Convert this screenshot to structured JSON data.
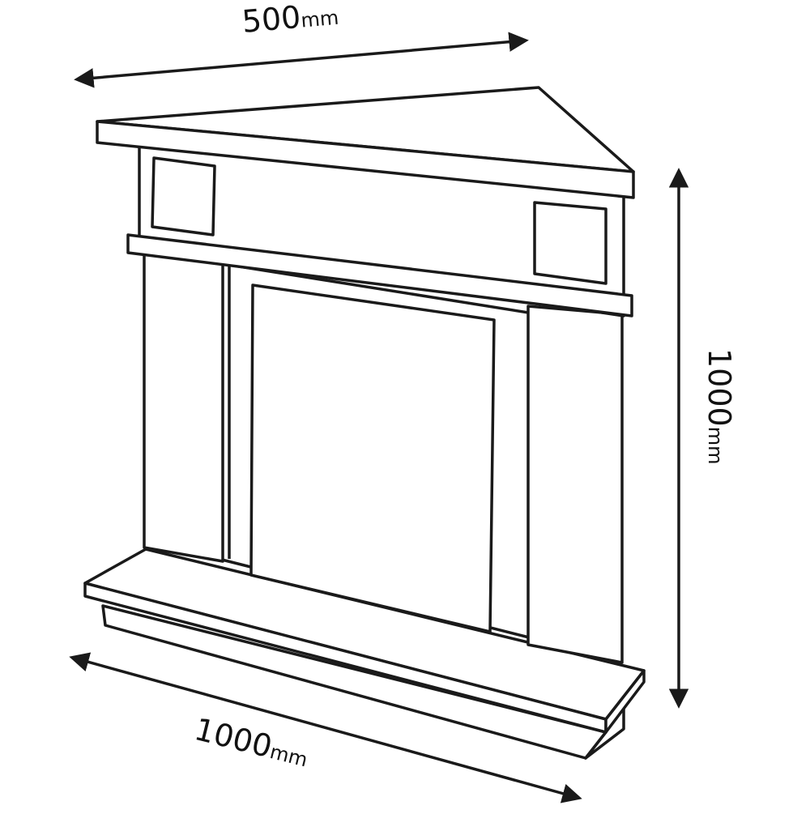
{
  "diagram": {
    "type": "corner fireplace surround",
    "colors": {
      "stroke": "#1a1a1a",
      "fill": "#ffffff"
    },
    "dimensions": {
      "depth": {
        "value": "500",
        "unit": "mm"
      },
      "height": {
        "value": "1000",
        "unit": "mm"
      },
      "width": {
        "value": "1000",
        "unit": "mm"
      }
    }
  }
}
